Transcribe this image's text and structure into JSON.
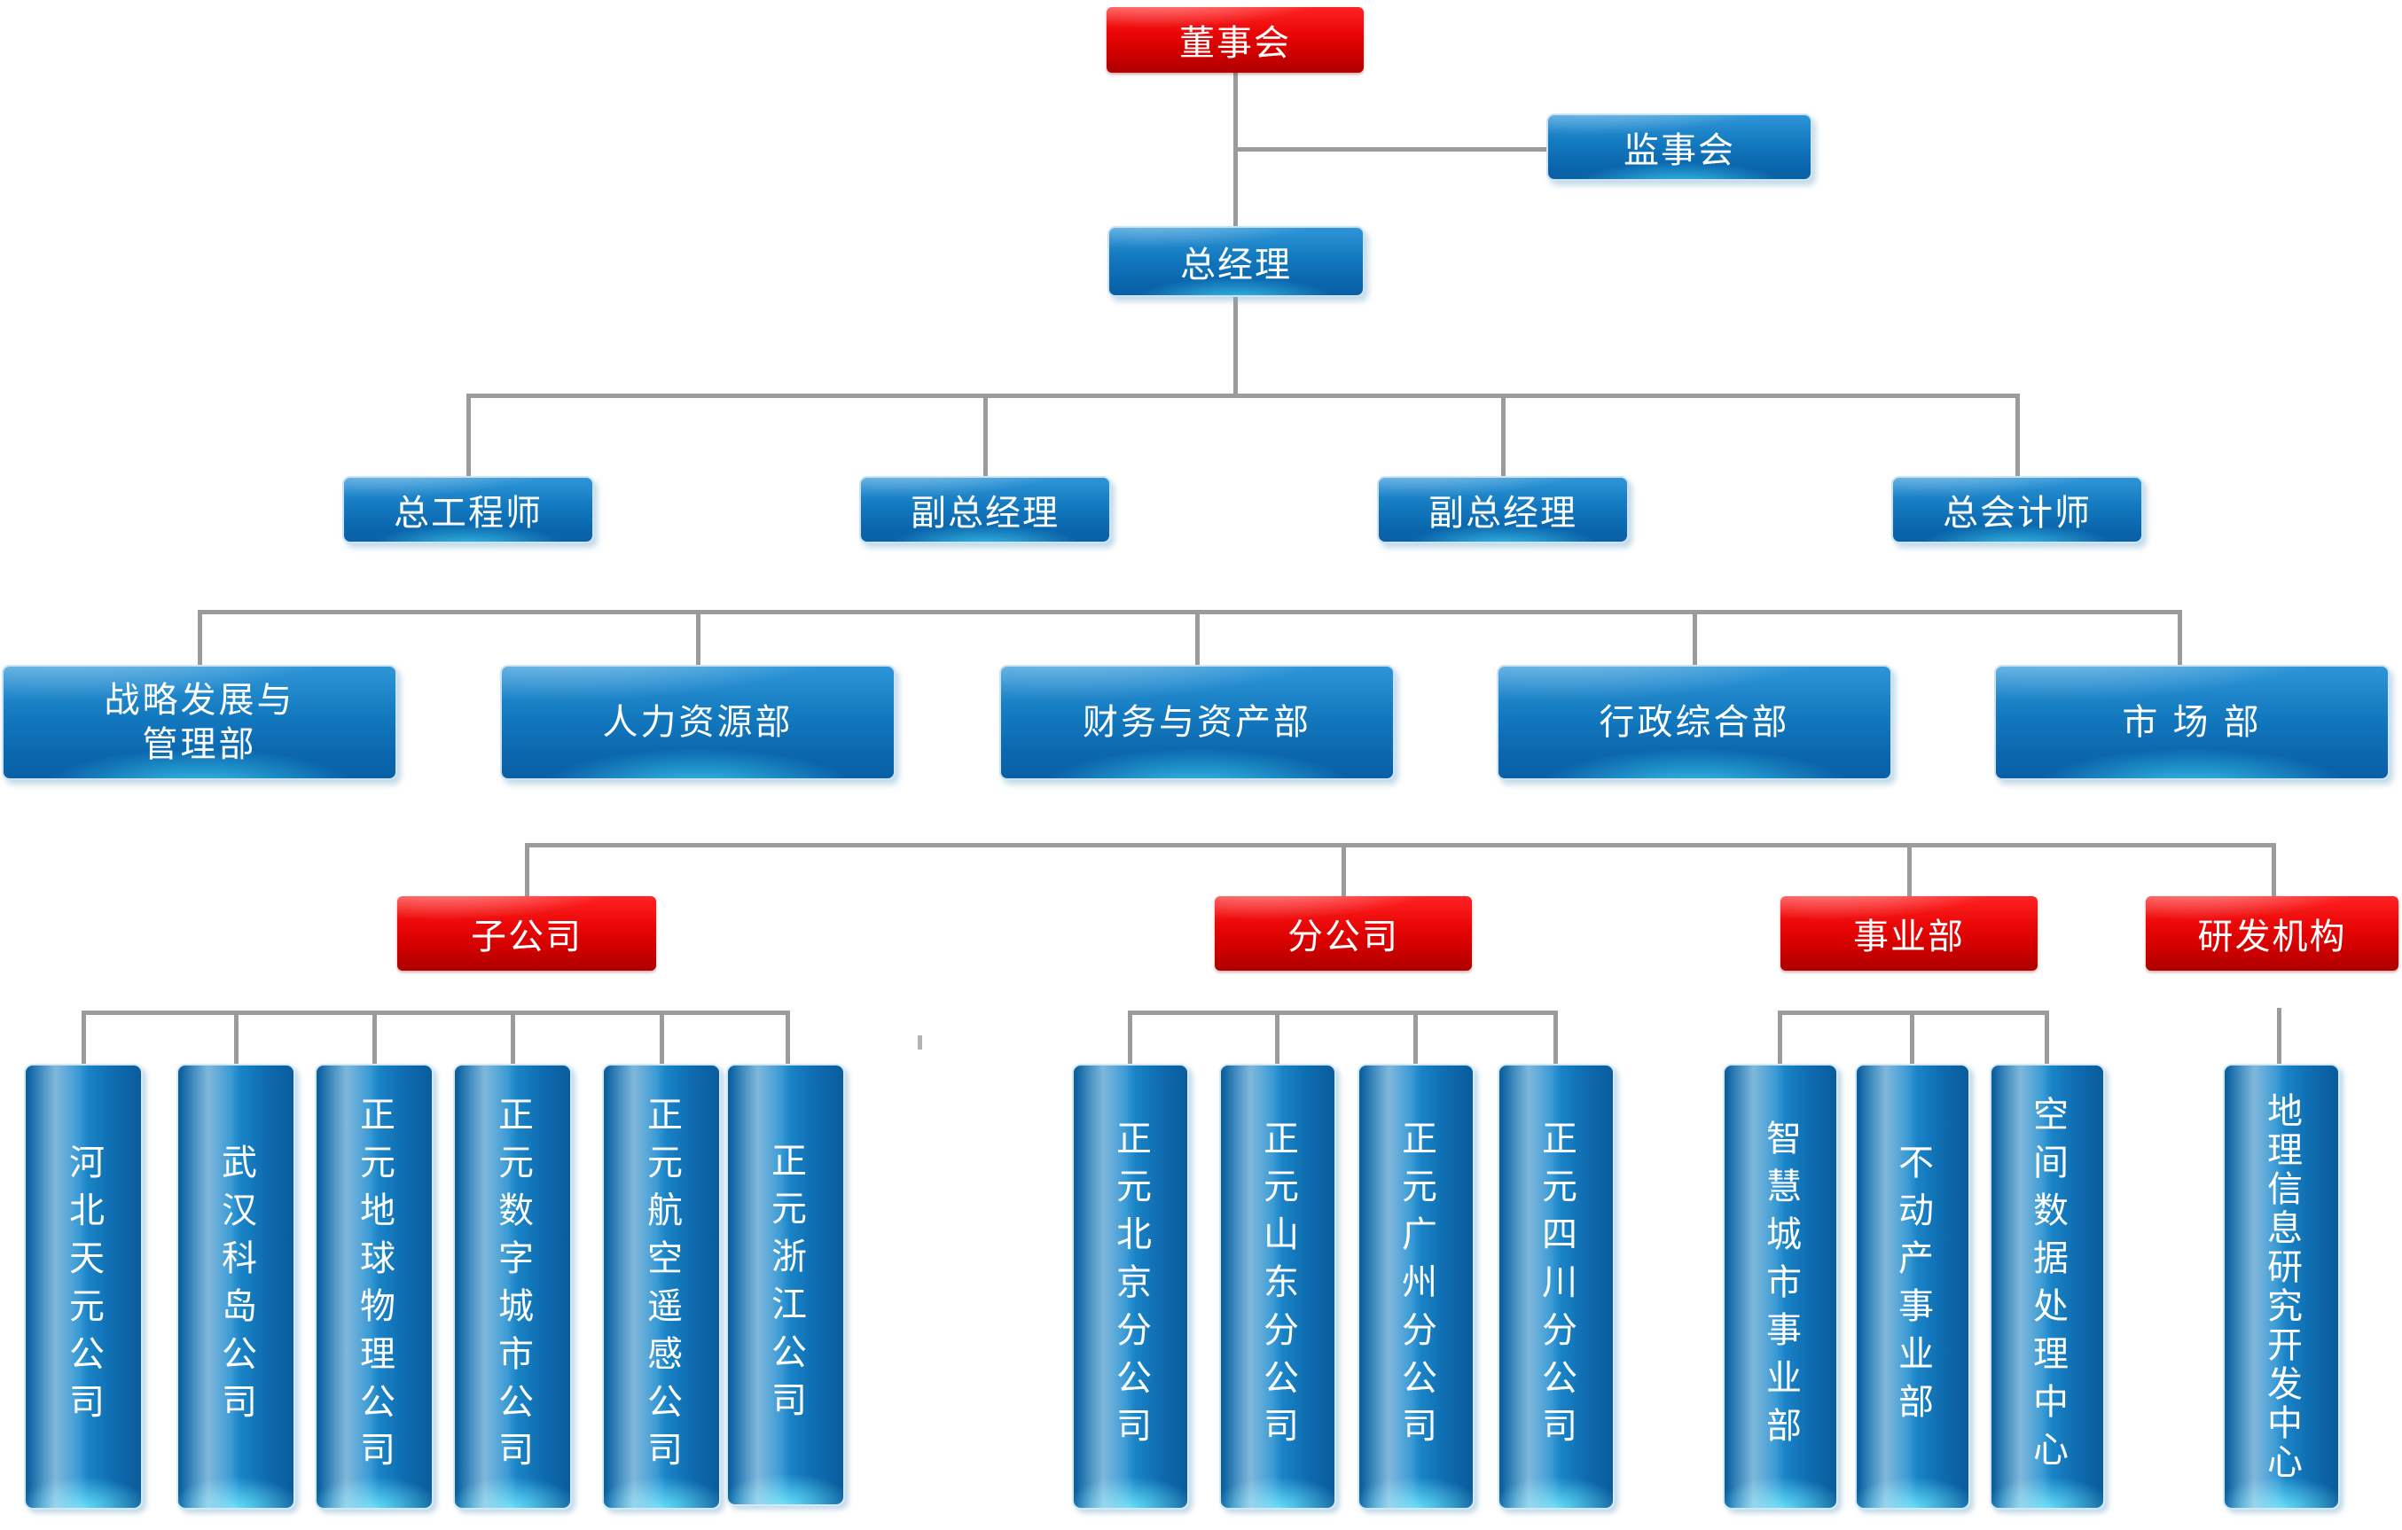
{
  "palette": {
    "red_box_top": "#ff2323",
    "red_box_bottom": "#ad0000",
    "blue_box_top": "#2e96d8",
    "blue_box_bottom": "#0a60a6",
    "connector": "#9b9b9b",
    "text": "#ffffff"
  },
  "org": {
    "board": {
      "label": "董事会"
    },
    "supervisory": {
      "label": "监事会"
    },
    "general_manager": {
      "label": "总经理"
    },
    "executives": [
      {
        "label": "总工程师"
      },
      {
        "label": "副总经理"
      },
      {
        "label": "副总经理"
      },
      {
        "label": "总会计师"
      }
    ],
    "departments": [
      {
        "lines": [
          "战略发展与",
          "管理部"
        ]
      },
      {
        "lines": [
          "人力资源部"
        ]
      },
      {
        "lines": [
          "财务与资产部"
        ]
      },
      {
        "lines": [
          "行政综合部"
        ]
      },
      {
        "lines": [
          "市 场 部"
        ]
      }
    ],
    "groups": [
      {
        "label": "子公司",
        "children": [
          "河北天元公司",
          "武汉科岛公司",
          "正元地球物理公司",
          "正元数字城市公司",
          "正元航空遥感公司",
          "正元浙江公司"
        ]
      },
      {
        "label": "分公司",
        "children": [
          "正元北京分公司",
          "正元山东分公司",
          "正元广州分公司",
          "正元四川分公司"
        ]
      },
      {
        "label": "事业部",
        "children": [
          "智慧城市事业部",
          "不动产事业部",
          "空间数据处理中心"
        ]
      },
      {
        "label": "研发机构",
        "children": [
          "地理信息研究开发中心"
        ]
      }
    ]
  }
}
